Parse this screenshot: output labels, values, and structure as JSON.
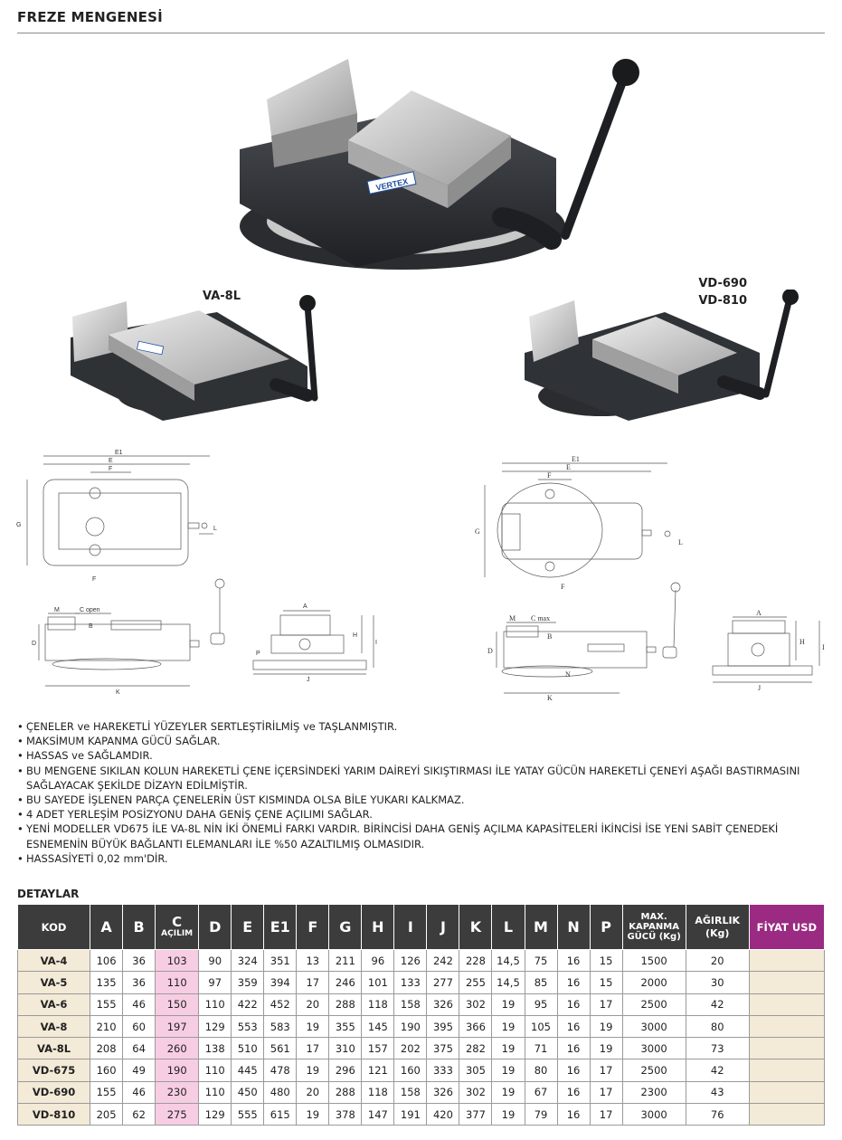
{
  "page": {
    "title": "FREZE MENGENESİ"
  },
  "models": {
    "left": {
      "label": "VA-8L"
    },
    "right": {
      "line1": "VD-690",
      "line2": "VD-810"
    },
    "brand_badge": "VERTEX"
  },
  "drawing_labels": {
    "e1": "E1",
    "e": "E",
    "f": "F",
    "g": "G",
    "l": "L",
    "m": "M",
    "c_open": "C open",
    "c_max": "C max",
    "b": "B",
    "d": "D",
    "k": "K",
    "a": "A",
    "h": "H",
    "i": "I",
    "j": "J",
    "p": "P",
    "n": "N"
  },
  "bullets": [
    "ÇENELER ve HAREKETLİ YÜZEYLER SERTLEŞTİRİLMİŞ ve TAŞLANMIŞTIR.",
    "MAKSİMUM KAPANMA GÜCÜ SAĞLAR.",
    "HASSAS ve SAĞLAMDIR.",
    "BU MENGENE SIKILAN KOLUN HAREKETLİ ÇENE İÇERSİNDEKİ YARIM DAİREYİ SIKIŞTIRMASI İLE YATAY GÜCÜN HAREKETLİ ÇENEYİ AŞAĞI BASTIRMASINI SAĞLAYACAK ŞEKİLDE DİZAYN EDİLMİŞTİR.",
    "BU SAYEDE İŞLENEN PARÇA ÇENELERİN ÜST KISMINDA OLSA BİLE YUKARI KALKMAZ.",
    "4 ADET YERLEŞİM POSİZYONU DAHA GENİŞ ÇENE AÇILIMI SAĞLAR.",
    "YENİ MODELLER VD675 İLE VA-8L NİN İKİ ÖNEMLİ FARKI VARDIR. BİRİNCİSİ DAHA GENİŞ AÇILMA KAPASİTELERİ İKİNCİSİ İSE YENİ SABİT ÇENEDEKİ ESNEMENİN BÜYÜK BAĞLANTI ELEMANLARI İLE %50 AZALTILMIŞ OLMASIDIR.",
    "HASSASİYETİ 0,02 mm'DİR."
  ],
  "table": {
    "section_title": "DETAYLAR",
    "headers": {
      "kod": "KOD",
      "a": "A",
      "b": "B",
      "c": "C",
      "c_sub": "AÇILIM",
      "d": "D",
      "e": "E",
      "e1": "E1",
      "f": "F",
      "g": "G",
      "h": "H",
      "i": "I",
      "j": "J",
      "k": "K",
      "l": "L",
      "m": "M",
      "n": "N",
      "p": "P",
      "force_1": "MAX.",
      "force_2": "KAPANMA",
      "force_3": "GÜCÜ (Kg)",
      "weight_1": "AĞIRLIK",
      "weight_2": "(Kg)",
      "price": "FİYAT USD"
    },
    "rows": [
      [
        "VA-4",
        "106",
        "36",
        "103",
        "90",
        "324",
        "351",
        "13",
        "211",
        "96",
        "126",
        "242",
        "228",
        "14,5",
        "75",
        "16",
        "15",
        "1500",
        "20"
      ],
      [
        "VA-5",
        "135",
        "36",
        "110",
        "97",
        "359",
        "394",
        "17",
        "246",
        "101",
        "133",
        "277",
        "255",
        "14,5",
        "85",
        "16",
        "15",
        "2000",
        "30"
      ],
      [
        "VA-6",
        "155",
        "46",
        "150",
        "110",
        "422",
        "452",
        "20",
        "288",
        "118",
        "158",
        "326",
        "302",
        "19",
        "95",
        "16",
        "17",
        "2500",
        "42"
      ],
      [
        "VA-8",
        "210",
        "60",
        "197",
        "129",
        "553",
        "583",
        "19",
        "355",
        "145",
        "190",
        "395",
        "366",
        "19",
        "105",
        "16",
        "19",
        "3000",
        "80"
      ],
      [
        "VA-8L",
        "208",
        "64",
        "260",
        "138",
        "510",
        "561",
        "17",
        "310",
        "157",
        "202",
        "375",
        "282",
        "19",
        "71",
        "16",
        "19",
        "3000",
        "73"
      ],
      [
        "VD-675",
        "160",
        "49",
        "190",
        "110",
        "445",
        "478",
        "19",
        "296",
        "121",
        "160",
        "333",
        "305",
        "19",
        "80",
        "16",
        "17",
        "2500",
        "42"
      ],
      [
        "VD-690",
        "155",
        "46",
        "230",
        "110",
        "450",
        "480",
        "20",
        "288",
        "118",
        "158",
        "326",
        "302",
        "19",
        "67",
        "16",
        "17",
        "2300",
        "43"
      ],
      [
        "VD-810",
        "205",
        "62",
        "275",
        "129",
        "555",
        "615",
        "19",
        "378",
        "147",
        "191",
        "420",
        "377",
        "19",
        "79",
        "16",
        "17",
        "3000",
        "76"
      ]
    ]
  },
  "colors": {
    "header_bg": "#3c3c3c",
    "price_header_bg": "#9a2a82",
    "code_cell_bg": "#f3ead7",
    "c_column_bg": "#f7cde3"
  }
}
